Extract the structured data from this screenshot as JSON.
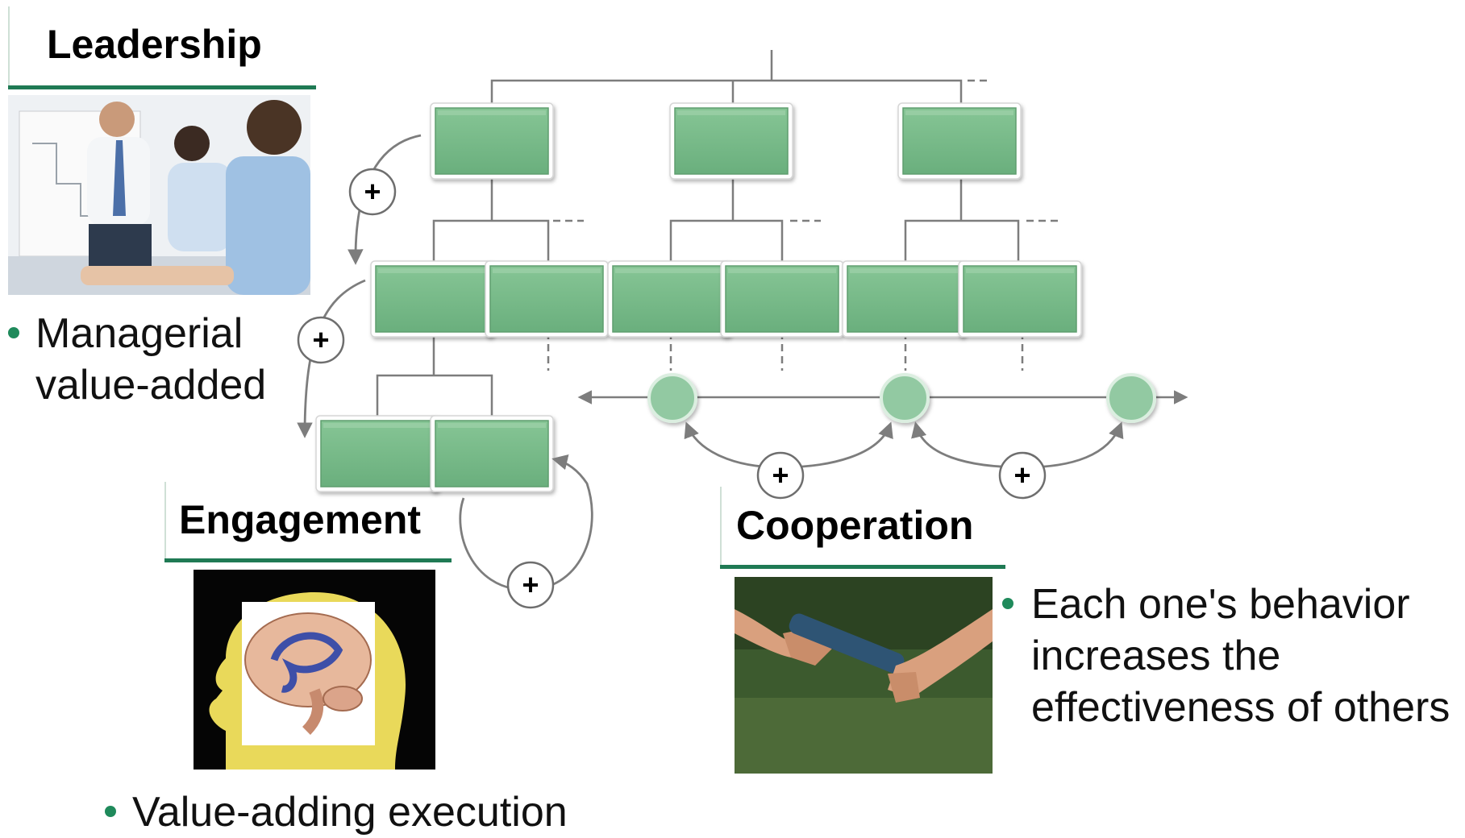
{
  "sections": {
    "leadership": {
      "heading": "Leadership",
      "bullet_lines": [
        "Managerial",
        "value-added"
      ],
      "image": "business-meeting-photo"
    },
    "engagement": {
      "heading": "Engagement",
      "bullet_lines": [
        "Value-adding execution"
      ],
      "image": "head-brain-illustration"
    },
    "cooperation": {
      "heading": "Cooperation",
      "bullet_lines": [
        "Each one's behavior",
        "increases the",
        "effectiveness of others"
      ],
      "image": "relay-baton-handoff-photo"
    }
  },
  "diagram": {
    "plus_label": "+",
    "box_color": "#77bb88",
    "node_color": "#92c9a2",
    "connector_color": "#7d7d7d"
  },
  "colors": {
    "heading_rule": "#1f7a54",
    "bullet": "#1f8a5b"
  }
}
